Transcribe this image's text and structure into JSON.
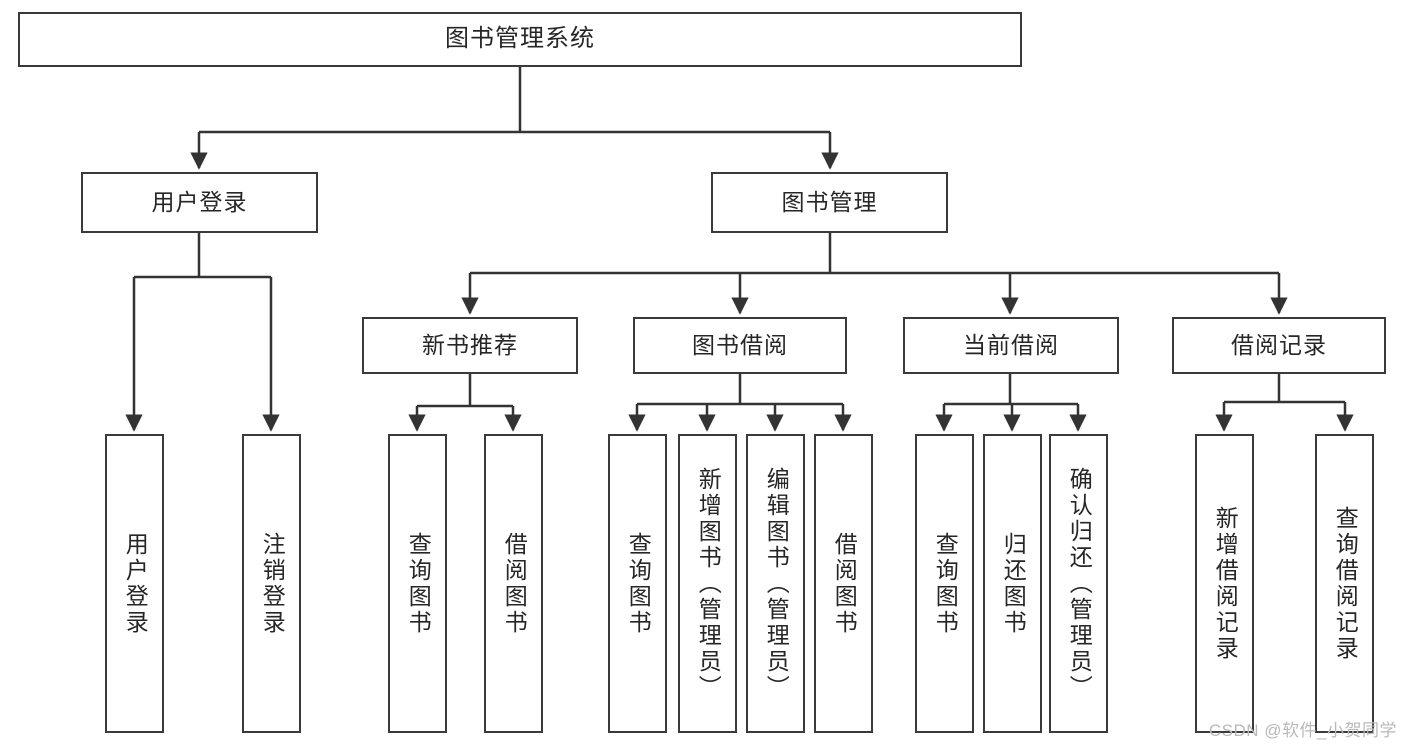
{
  "diagram": {
    "title": "图书管理系统",
    "type": "tree-hierarchy-diagram",
    "colors": {
      "box_border": "#3a3a3a",
      "box_fill": "#ffffff",
      "connector": "#333333",
      "text": "#262626",
      "watermark": "#b9b9b9",
      "background": "#ffffff"
    },
    "nodes": {
      "root": {
        "label": "图书管理系统",
        "level": 1
      },
      "user_login": {
        "label": "用户登录",
        "level": 2
      },
      "book_manage": {
        "label": "图书管理",
        "level": 2
      },
      "new_book_recommend": {
        "label": "新书推荐",
        "level": 3
      },
      "book_borrow": {
        "label": "图书借阅",
        "level": 3
      },
      "current_borrow": {
        "label": "当前借阅",
        "level": 3
      },
      "borrow_record": {
        "label": "借阅记录",
        "level": 3
      },
      "leaf_user_login": {
        "label": "用户登录",
        "level": 4
      },
      "leaf_logout_login": {
        "label": "注销登录",
        "level": 4
      },
      "leaf_query_book_1": {
        "label": "查询图书",
        "level": 4
      },
      "leaf_borrow_book_1": {
        "label": "借阅图书",
        "level": 4
      },
      "leaf_query_book_2": {
        "label": "查询图书",
        "level": 4
      },
      "leaf_add_book": {
        "label": "新增图书（管理员）",
        "level": 4
      },
      "leaf_edit_book": {
        "label": "编辑图书（管理员）",
        "level": 4
      },
      "leaf_borrow_book_2": {
        "label": "借阅图书",
        "level": 4
      },
      "leaf_query_book_3": {
        "label": "查询图书",
        "level": 4
      },
      "leaf_return_book": {
        "label": "归还图书",
        "level": 4
      },
      "leaf_confirm_return": {
        "label": "确认归还（管理员）",
        "level": 4
      },
      "leaf_add_record": {
        "label": "新增借阅记录",
        "level": 4
      },
      "leaf_query_record": {
        "label": "查询借阅记录",
        "level": 4
      }
    },
    "edges": [
      {
        "from": "root",
        "to": "user_login"
      },
      {
        "from": "root",
        "to": "book_manage"
      },
      {
        "from": "user_login",
        "to": "leaf_user_login"
      },
      {
        "from": "user_login",
        "to": "leaf_logout_login"
      },
      {
        "from": "book_manage",
        "to": "new_book_recommend"
      },
      {
        "from": "book_manage",
        "to": "book_borrow"
      },
      {
        "from": "book_manage",
        "to": "current_borrow"
      },
      {
        "from": "book_manage",
        "to": "borrow_record"
      },
      {
        "from": "new_book_recommend",
        "to": "leaf_query_book_1"
      },
      {
        "from": "new_book_recommend",
        "to": "leaf_borrow_book_1"
      },
      {
        "from": "book_borrow",
        "to": "leaf_query_book_2"
      },
      {
        "from": "book_borrow",
        "to": "leaf_add_book"
      },
      {
        "from": "book_borrow",
        "to": "leaf_edit_book"
      },
      {
        "from": "book_borrow",
        "to": "leaf_borrow_book_2"
      },
      {
        "from": "current_borrow",
        "to": "leaf_query_book_3"
      },
      {
        "from": "current_borrow",
        "to": "leaf_return_book"
      },
      {
        "from": "current_borrow",
        "to": "leaf_confirm_return"
      },
      {
        "from": "borrow_record",
        "to": "leaf_add_record"
      },
      {
        "from": "borrow_record",
        "to": "leaf_query_record"
      }
    ]
  },
  "watermark": {
    "text": "CSDN @软件_小贺同学"
  }
}
